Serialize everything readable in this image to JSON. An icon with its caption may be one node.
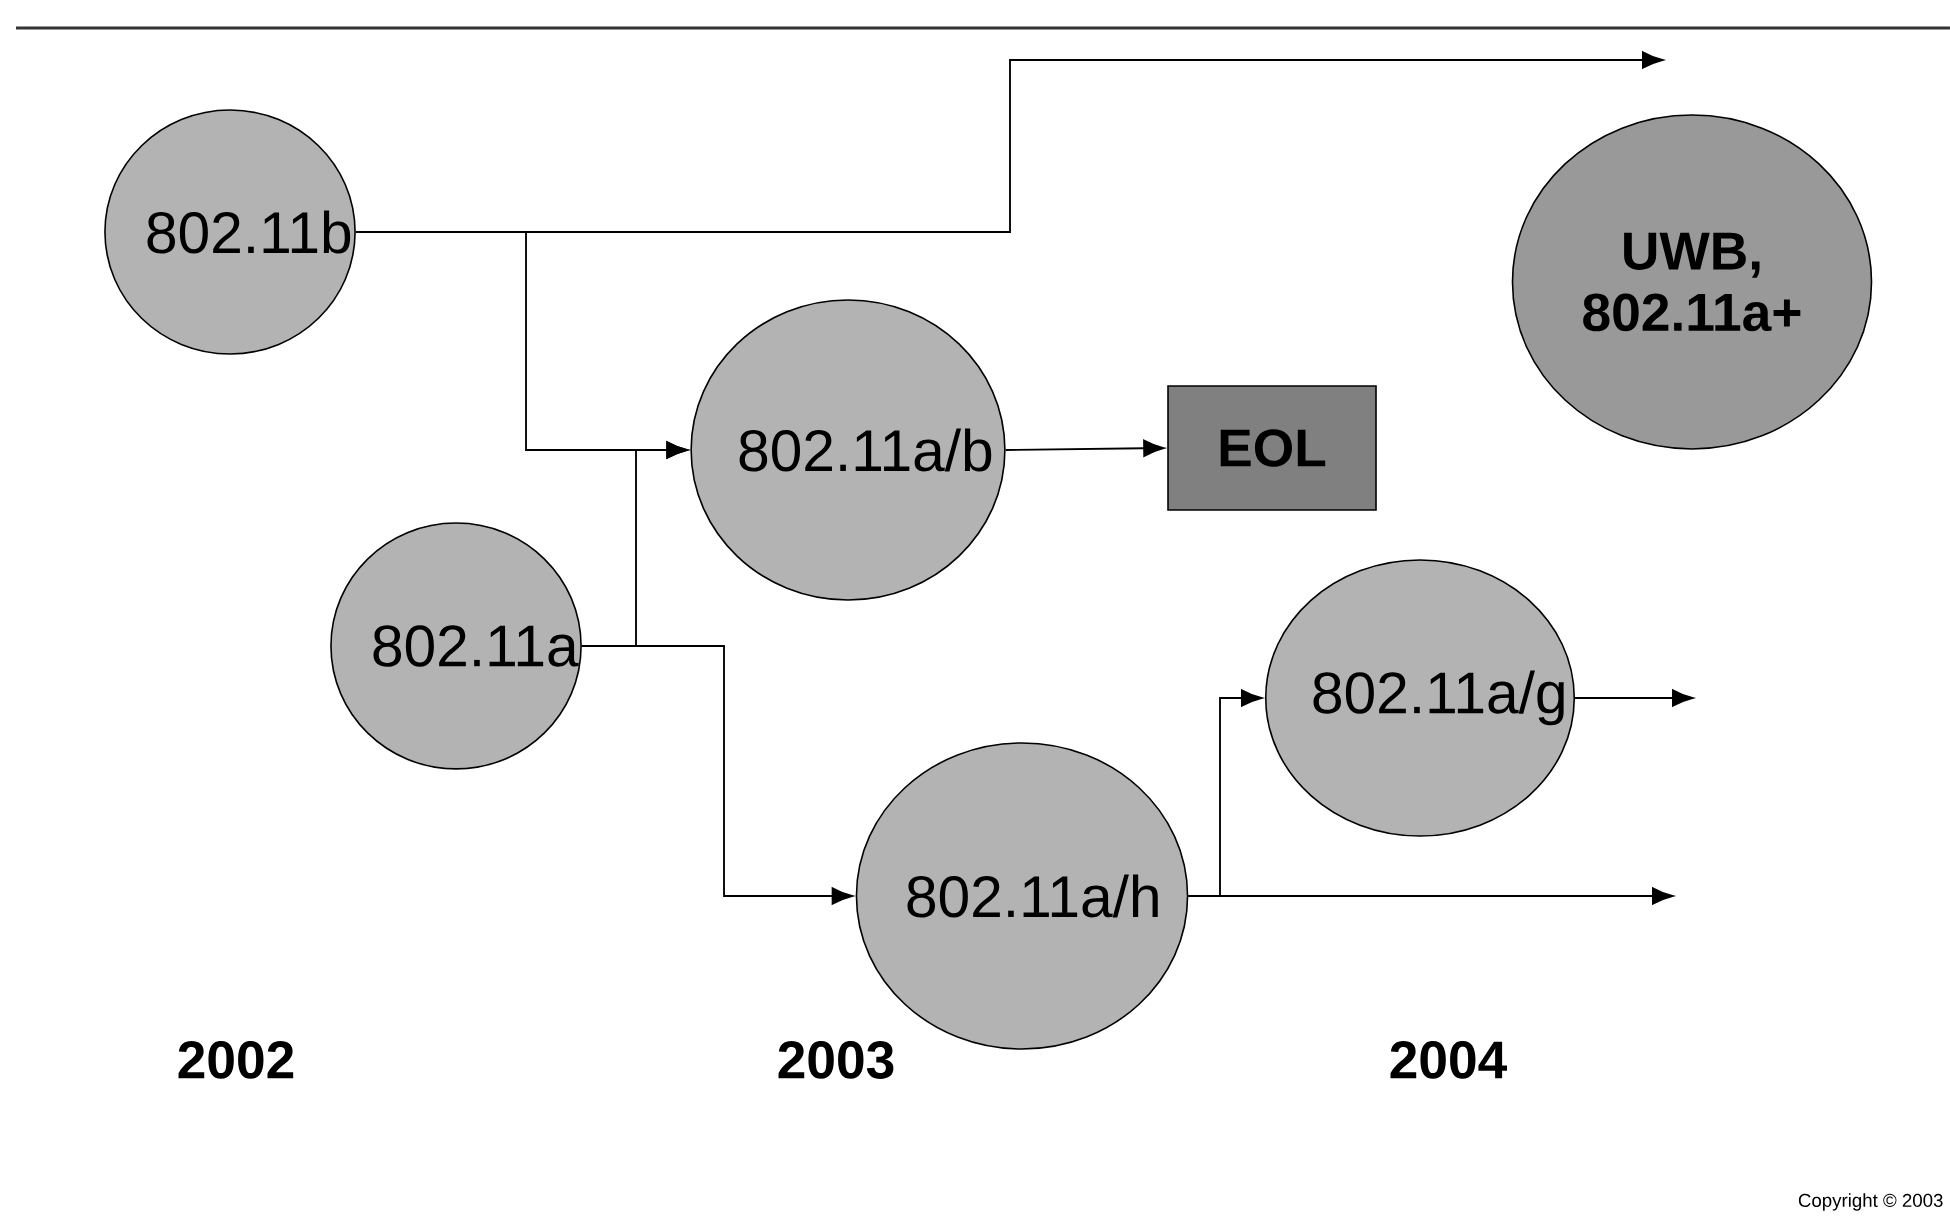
{
  "diagram": {
    "nodes": [
      {
        "text": [
          "802.11b"
        ]
      },
      {
        "text": [
          "UWB, 802.11a+"
        ]
      },
      {
        "text": [
          "802.11a/b"
        ]
      },
      {
        "text": [
          "EOL"
        ]
      },
      {
        "text": [
          "802.11a"
        ]
      },
      {
        "text": [
          "802.11a/g"
        ]
      },
      {
        "text": [
          "802.11a/h"
        ]
      }
    ],
    "edges": [
      {
        "from": 0,
        "to": null,
        "arrow": "to"
      },
      {
        "from": 0,
        "to": 2,
        "arrow": "to"
      },
      {
        "from": 4,
        "to": 2,
        "arrow": "to"
      },
      {
        "from": 2,
        "to": 3,
        "arrow": "to"
      },
      {
        "from": 4,
        "to": 6,
        "arrow": "to"
      },
      {
        "from": 6,
        "to": 5,
        "arrow": "to"
      },
      {
        "from": 5,
        "to": null,
        "arrow": "to"
      },
      {
        "from": 6,
        "to": null,
        "arrow": "to"
      }
    ],
    "labels": [
      "2002",
      "2003",
      "2004",
      "Copyright © 2003"
    ]
  }
}
